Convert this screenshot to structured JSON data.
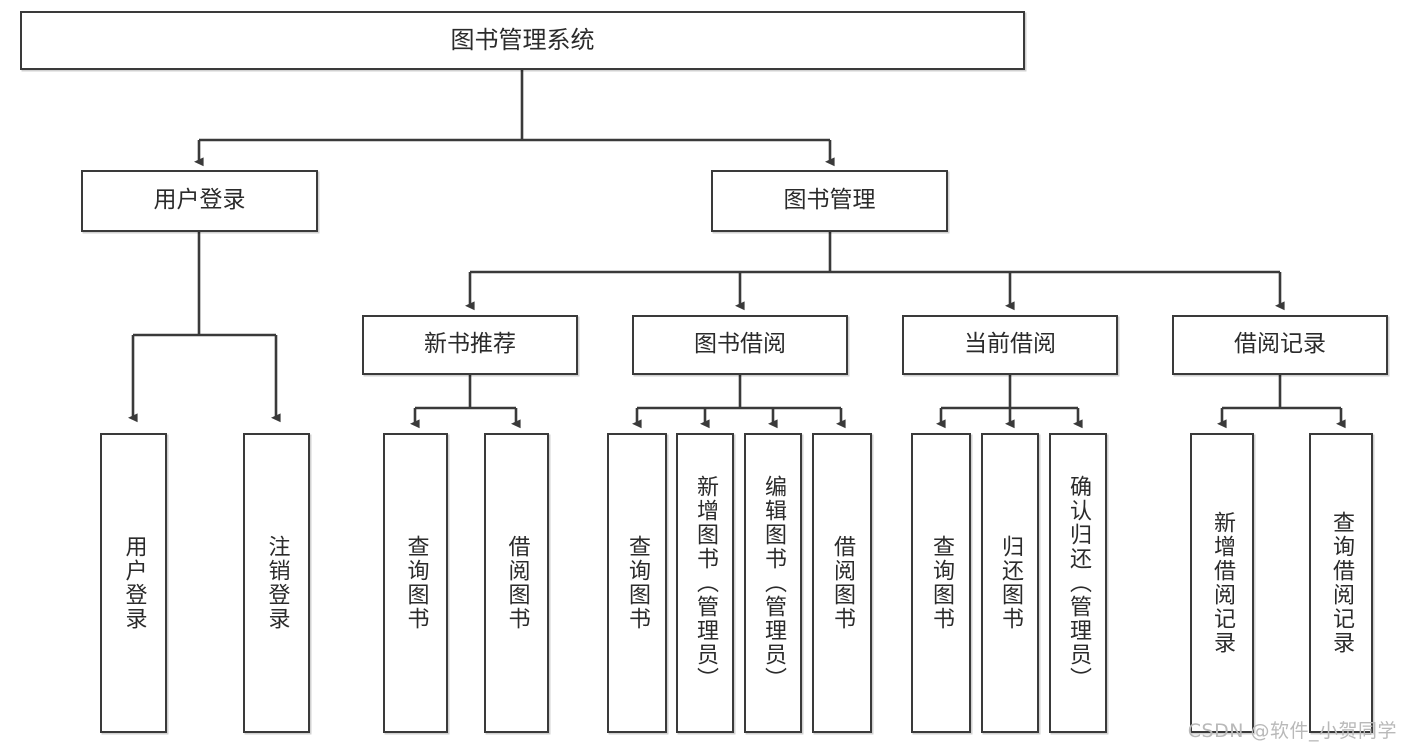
{
  "diagram": {
    "title": "图书管理系统",
    "type": "hierarchy-tree",
    "root": {
      "id": "root",
      "label": "图书管理系统"
    },
    "level2": [
      {
        "id": "user-login",
        "label": "用户登录"
      },
      {
        "id": "book-manage",
        "label": "图书管理"
      }
    ],
    "level3": [
      {
        "id": "new-book-rec",
        "label": "新书推荐"
      },
      {
        "id": "book-borrow",
        "label": "图书借阅"
      },
      {
        "id": "current-borrow",
        "label": "当前借阅"
      },
      {
        "id": "borrow-record",
        "label": "借阅记录"
      }
    ],
    "leaves": {
      "user_login": [
        {
          "id": "leaf-user-login",
          "label": "用户登录"
        },
        {
          "id": "leaf-user-logout",
          "label": "注销登录"
        }
      ],
      "new_book_rec": [
        {
          "id": "leaf-query-book-1",
          "label": "查询图书"
        },
        {
          "id": "leaf-borrow-book-1",
          "label": "借阅图书"
        }
      ],
      "book_borrow": [
        {
          "id": "leaf-query-book-2",
          "label": "查询图书"
        },
        {
          "id": "leaf-add-book",
          "label": "新增图书（管理员）"
        },
        {
          "id": "leaf-edit-book",
          "label": "编辑图书（管理员）"
        },
        {
          "id": "leaf-borrow-book-2",
          "label": "借阅图书"
        }
      ],
      "current_borrow": [
        {
          "id": "leaf-query-book-3",
          "label": "查询图书"
        },
        {
          "id": "leaf-return-book",
          "label": "归还图书"
        },
        {
          "id": "leaf-confirm-return",
          "label": "确认归还（管理员）"
        }
      ],
      "borrow_record": [
        {
          "id": "leaf-add-record",
          "label": "新增借阅记录"
        },
        {
          "id": "leaf-query-record",
          "label": "查询借阅记录"
        }
      ]
    }
  },
  "watermark": {
    "text": "CSDN @软件_小贺同学"
  },
  "colors": {
    "stroke": "#3a3a3a",
    "fill": "#ffffff",
    "text": "#2b2b2b",
    "watermark": "#b9b9b9"
  }
}
